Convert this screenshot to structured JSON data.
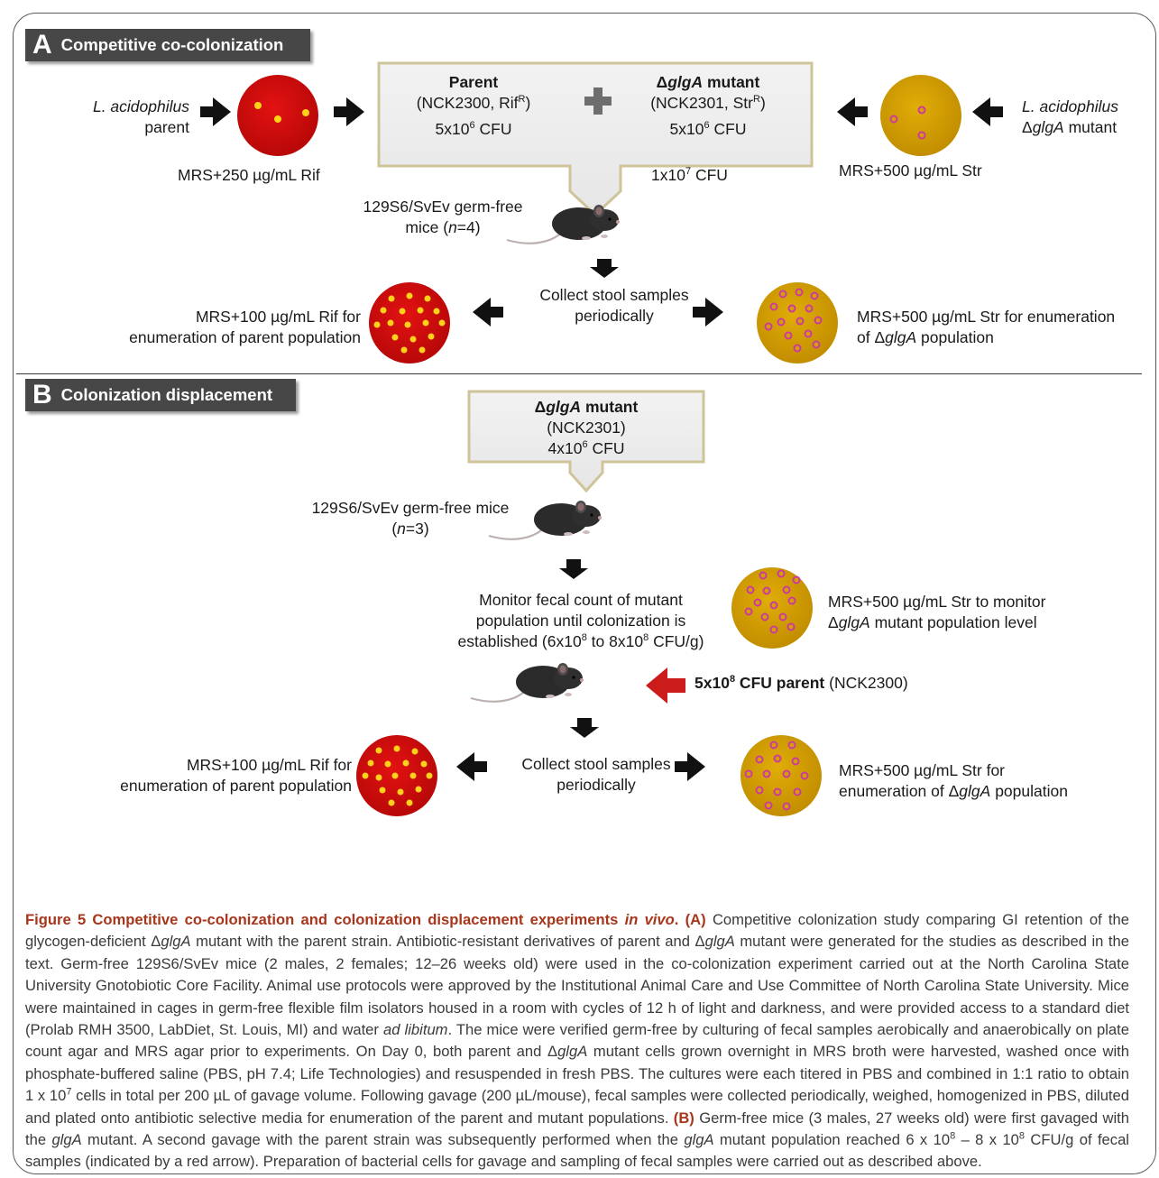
{
  "panel_a": {
    "letter": "A",
    "title": "Competitive co-colonization",
    "left_strain_l1": "L. acidophilus",
    "left_strain_l2": "parent",
    "left_plate_label": "MRS+250 µg/mL Rif",
    "right_strain_l1": "L. acidophilus",
    "right_strain_l2_prefix": "Δ",
    "right_strain_l2_gene": "glgA",
    "right_strain_l2_suffix": " mutant",
    "right_plate_label": "MRS+500 µg/mL Str",
    "box_parent_title": "Parent",
    "box_parent_strain": "(NCK2300, Rif",
    "box_parent_strain_sup": "R",
    "box_parent_strain_end": ")",
    "box_parent_cfu": "5x10",
    "box_parent_cfu_exp": "6",
    "box_parent_cfu_unit": " CFU",
    "box_mutant_title_prefix": "Δ",
    "box_mutant_title_gene": "glgA",
    "box_mutant_title_suffix": " mutant",
    "box_mutant_strain": "(NCK2301, Str",
    "box_mutant_strain_sup": "R",
    "box_mutant_strain_end": ")",
    "box_mutant_cfu": "5x10",
    "box_mutant_cfu_exp": "6",
    "box_mutant_cfu_unit": " CFU",
    "total_cfu": "1x10",
    "total_cfu_exp": "7",
    "total_cfu_unit": " CFU",
    "mice_l1": "129S6/SvEv germ-free",
    "mice_l2_prefix": "mice (",
    "mice_l2_n": "n",
    "mice_l2_suffix": "=4)",
    "collect_l1": "Collect stool samples",
    "collect_l2": "periodically",
    "enum_left_l1": "MRS+100 µg/mL Rif for",
    "enum_left_l2": "enumeration of parent population",
    "enum_right_l1": "MRS+500 µg/mL Str for enumeration",
    "enum_right_l2_prefix": "of Δ",
    "enum_right_l2_gene": "glgA",
    "enum_right_l2_suffix": " population"
  },
  "panel_b": {
    "letter": "B",
    "title": "Colonization displacement",
    "box_title_prefix": "Δ",
    "box_title_gene": "glgA",
    "box_title_suffix": " mutant",
    "box_strain": "(NCK2301)",
    "box_cfu": "4x10",
    "box_cfu_exp": "6",
    "box_cfu_unit": " CFU",
    "mice_l1": "129S6/SvEv germ-free mice",
    "mice_l2_prefix": "(",
    "mice_l2_n": "n",
    "mice_l2_suffix": "=3)",
    "monitor_l1": "Monitor fecal count of mutant",
    "monitor_l2": "population until colonization is",
    "monitor_l3": "established (6x10",
    "monitor_l3_exp1": "8",
    "monitor_l3_mid": " to 8x10",
    "monitor_l3_exp2": "8",
    "monitor_l3_end": " CFU/g)",
    "monitor_plate_l1": "MRS+500 µg/mL Str to monitor",
    "monitor_plate_l2_prefix": "Δ",
    "monitor_plate_l2_gene": "glgA",
    "monitor_plate_l2_suffix": " mutant population level",
    "challenge_bold": "5x10",
    "challenge_exp": "8",
    "challenge_bold_end": " CFU parent",
    "challenge_strain": " (NCK2300)",
    "collect_l1": "Collect stool samples",
    "collect_l2": "periodically",
    "enum_left_l1": "MRS+100 µg/mL Rif for",
    "enum_left_l2": "enumeration of parent population",
    "enum_right_l1": "MRS+500 µg/mL Str for",
    "enum_right_l2_prefix": "enumeration of Δ",
    "enum_right_l2_gene": "glgA",
    "enum_right_l2_suffix": " population"
  },
  "caption": {
    "lead": "Figure 5 Competitive co-colonization and colonization displacement experiments ",
    "lead_italic": "in vivo",
    "lead_end": ".",
    "a_tag": "(A)",
    "p1": " Competitive colonization study comparing GI retention of the glycogen-deficient Δ",
    "p1_gene": "glgA",
    "p2": " mutant with the parent strain. Antibiotic-resistant derivatives of parent and Δ",
    "p2_gene": "glgA",
    "p3": " mutant were generated for the studies as described in the text. Germ-free 129S6/SvEv mice (2 males, 2 females; 12–26 weeks old) were used in the co-colonization experiment carried out at the North Carolina State University Gnotobiotic Core Facility. Animal use protocols were approved by the Institutional Animal Care and Use Committee of North Carolina State University. Mice were maintained in cages in germ-free flexible film isolators housed in a room with cycles of 12 h of light and darkness, and were provided access to a standard diet (Prolab RMH 3500, LabDiet, St. Louis, MI) and water ",
    "p3_italic": "ad libitum",
    "p4": ". The mice were verified germ-free by culturing of fecal samples aerobically and anaerobically on plate count agar and MRS agar prior to experiments. On Day 0, both parent and Δ",
    "p4_gene": "glgA",
    "p5": " mutant cells grown overnight in MRS broth were harvested, washed once with phosphate-buffered saline (PBS, pH 7.4; Life Technologies) and resuspended in fresh PBS. The cultures were each titered in PBS and combined in 1:1 ratio to obtain 1 x 10",
    "p5_exp": "7",
    "p6": " cells in total per 200 µL of gavage volume. Following gavage (200 µL/mouse), fecal samples were collected periodically, weighed, homogenized in PBS, diluted and plated onto antibiotic selective media for enumeration of the parent and mutant populations. ",
    "b_tag": "(B)",
    "p7": " Germ-free mice (3 males, 27 weeks old) were first gavaged with the ",
    "p7_gene": "glgA",
    "p8": " mutant. A second gavage with the parent strain was subsequently performed when the ",
    "p8_gene": "glgA",
    "p9": " mutant population reached 6 x 10",
    "p9_exp1": "8",
    "p10": " – 8 x 10",
    "p10_exp2": "8",
    "p11": " CFU/g of fecal samples (indicated by a red arrow). Preparation of bacterial cells for gavage and sampling of fecal samples were carried out as described above."
  },
  "colors": {
    "rif_plate": "#cc0b0b",
    "str_plate": "#d4a200",
    "rif_colony": "#ffd21a",
    "str_colony": "#cc3aa0",
    "box_fill": "#ededed",
    "box_border": "#cfc39a",
    "arrow": "#111111",
    "red_arrow": "#cc1b1b",
    "caption_bold": "#a7361c"
  }
}
